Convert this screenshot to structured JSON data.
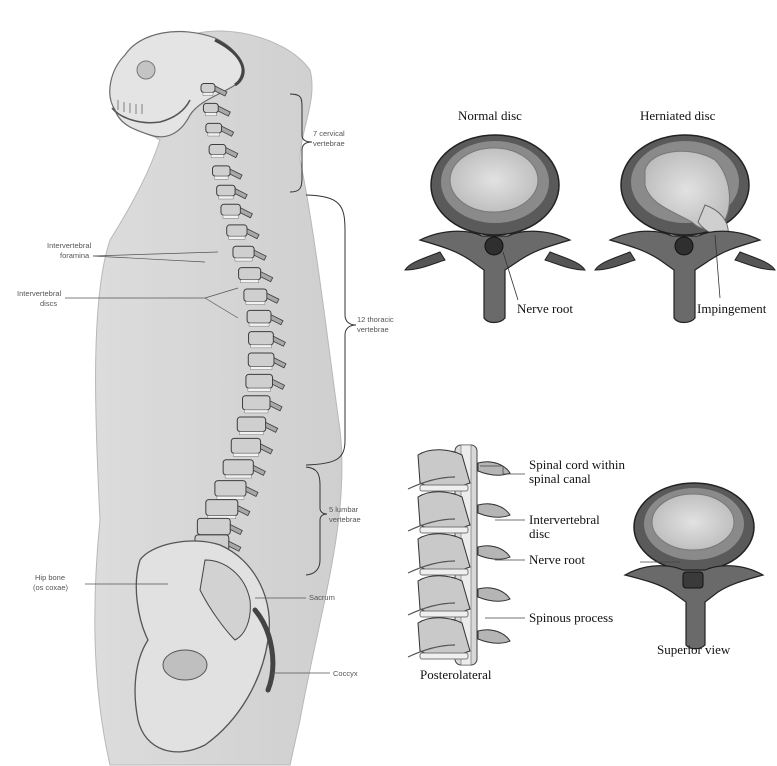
{
  "spine_labels": {
    "cervical": [
      "7 cervical",
      "vertebrae"
    ],
    "thoracic": [
      "12 thoracic",
      "vertebrae"
    ],
    "lumbar": [
      "5 lumbar",
      "vertebrae"
    ],
    "foramina": [
      "Intervertebral",
      "foramina"
    ],
    "discs": [
      "Intervertebral",
      "discs"
    ],
    "hip": [
      "Hip bone",
      "(os coxae)"
    ],
    "sacrum": "Sacrum",
    "coccyx": "Coccyx"
  },
  "disc_panels": {
    "normal_title": "Normal disc",
    "herniated_title": "Herniated disc",
    "nerve_root": "Nerve root",
    "impingement": "Impingement"
  },
  "detail_panel": {
    "spinal_cord": [
      "Spinal cord within",
      "spinal canal"
    ],
    "disc": [
      "Intervertebral",
      "disc"
    ],
    "nerve_root": "Nerve root",
    "spinous_process": "Spinous process",
    "posterolateral": "Posterolateral",
    "superior_view": "Superior view"
  }
}
